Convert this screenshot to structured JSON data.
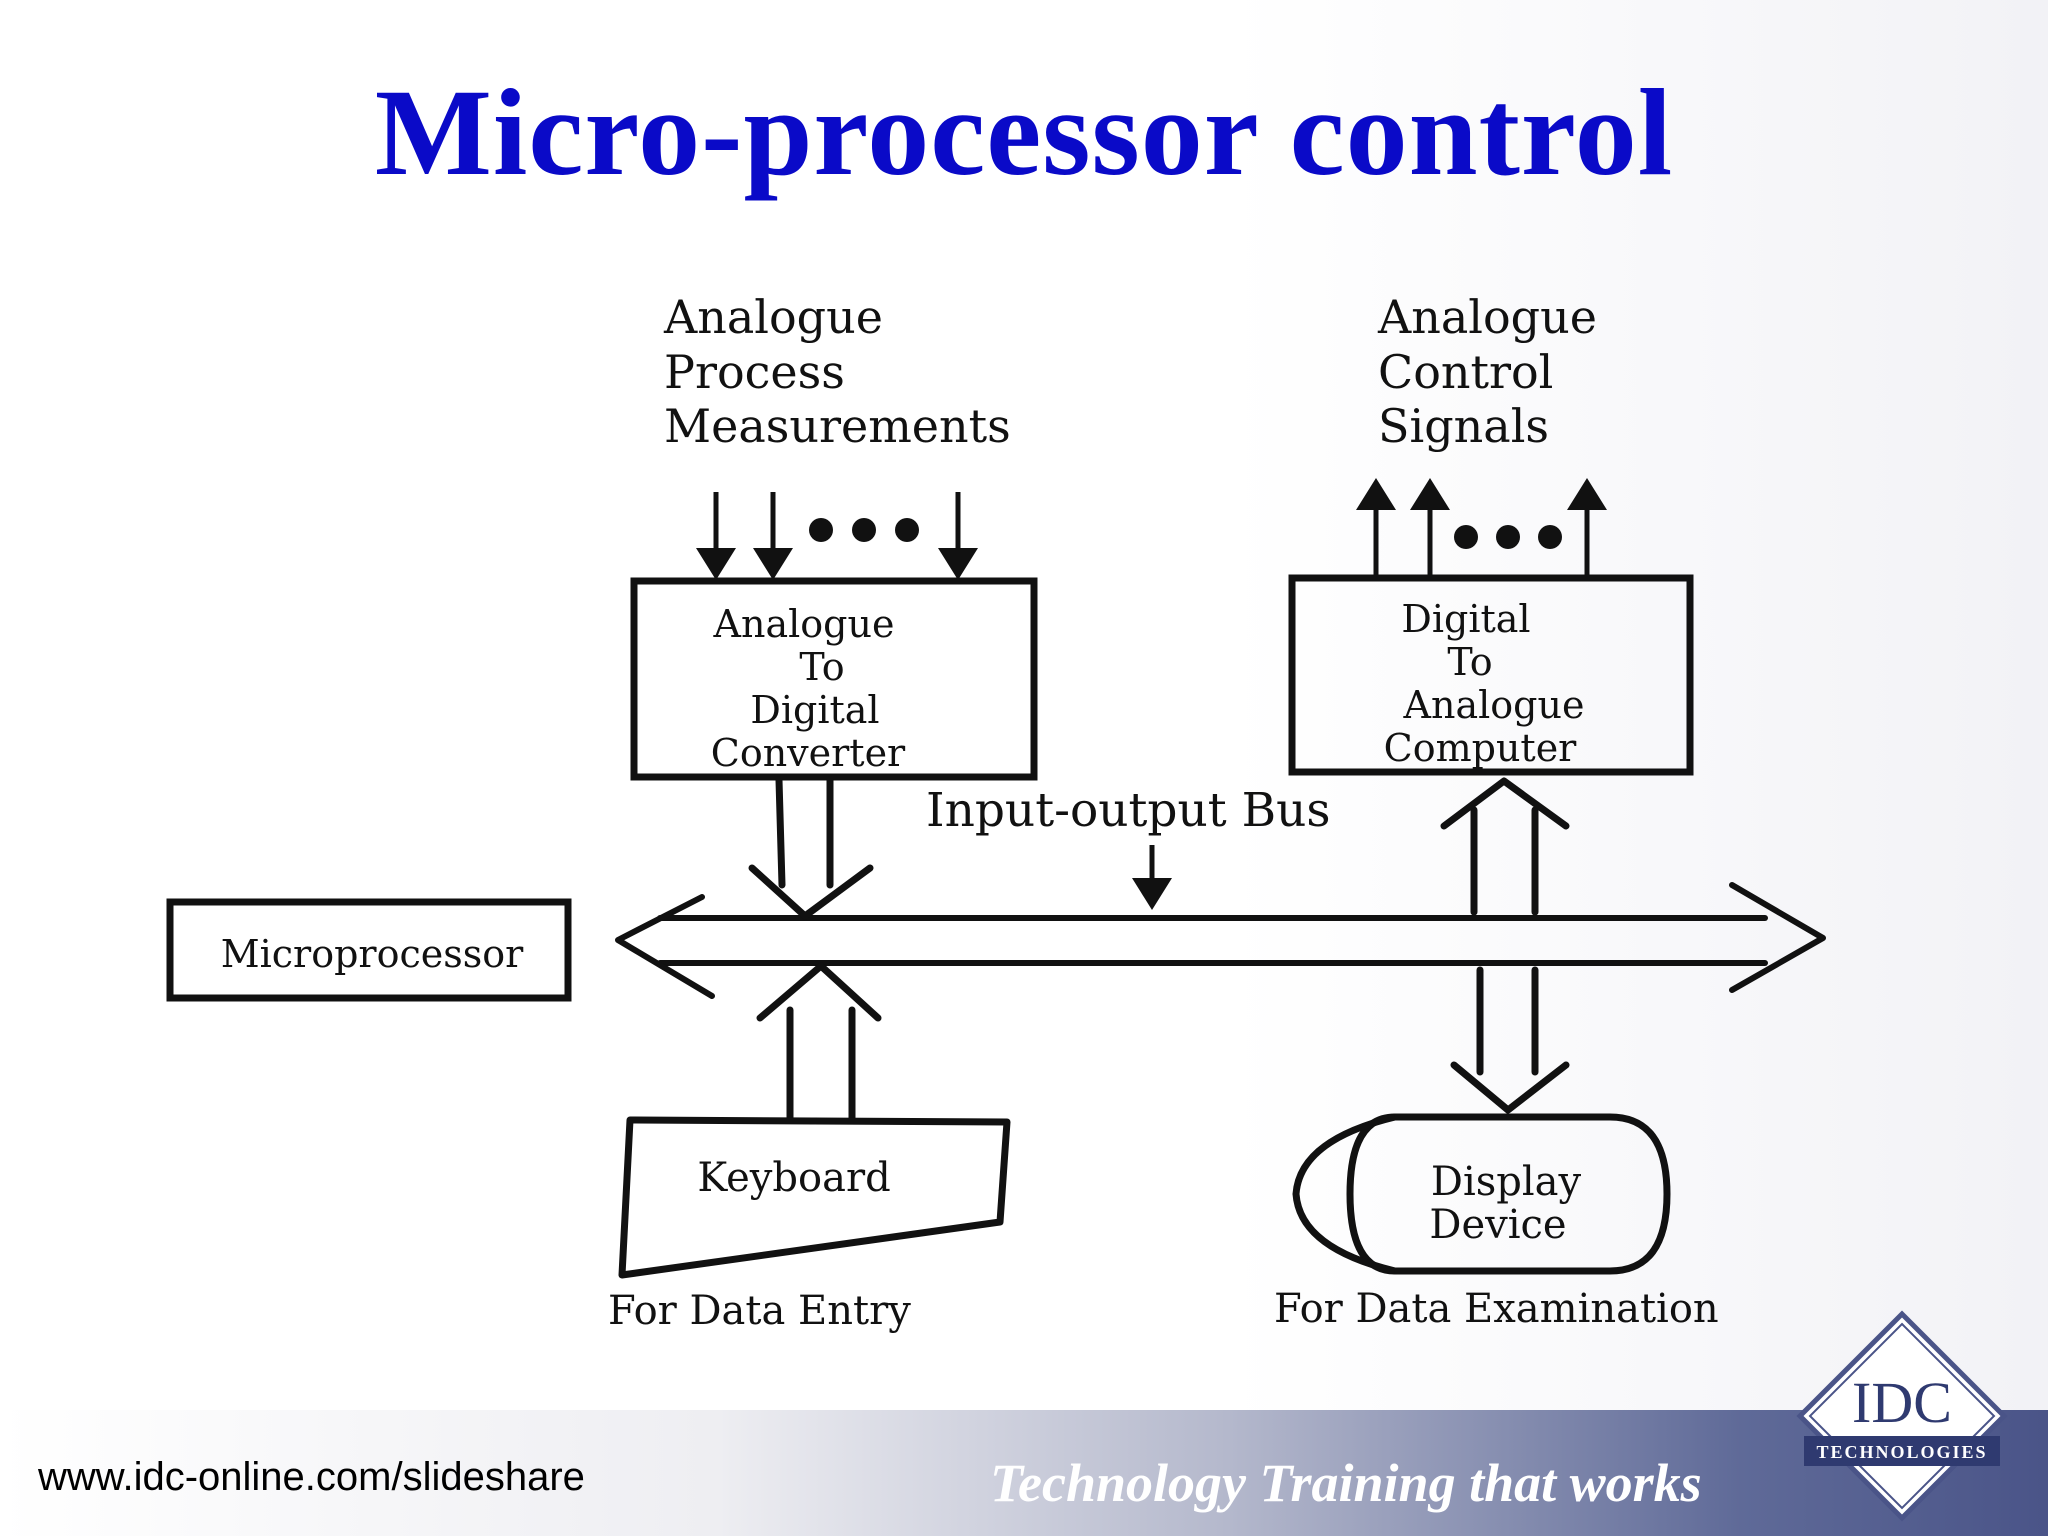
{
  "slide": {
    "title": "Micro-processor control",
    "footer_url": "www.idc-online.com/slideshare",
    "tagline": "Technology Training that works",
    "logo": {
      "main": "IDC",
      "sub": "TECHNOLOGIES"
    }
  },
  "diagram": {
    "inputs_label": [
      "Analogue",
      "Process",
      "Measurements"
    ],
    "outputs_label": [
      "Analogue",
      "Control",
      "Signals"
    ],
    "adc_label": [
      "Analogue",
      "To",
      "Digital",
      "Converter"
    ],
    "dac_label": [
      "Digital",
      "To",
      "Analogue",
      "Computer"
    ],
    "bus_label": "Input-output Bus",
    "microprocessor_label": "Microprocessor",
    "keyboard_label": "Keyboard",
    "keyboard_caption": "For Data Entry",
    "display_label": [
      "Display",
      "Device"
    ],
    "display_caption": "For Data Examination"
  },
  "colors": {
    "title": "#0a0ac8",
    "line": "#111111"
  }
}
